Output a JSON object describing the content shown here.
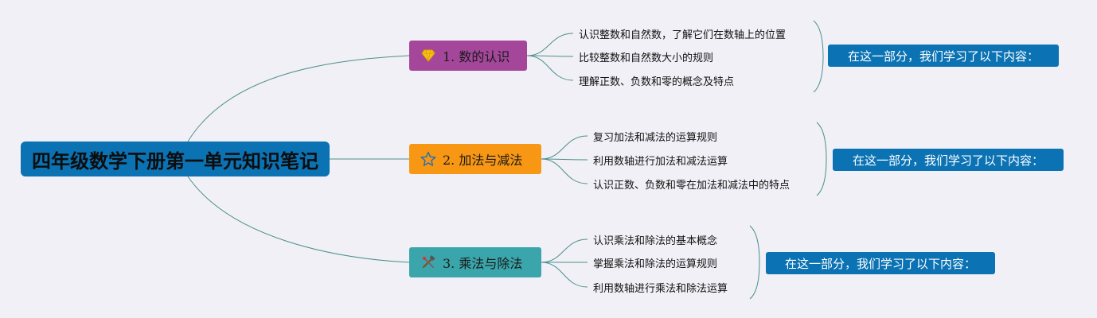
{
  "root": {
    "title": "四年级数学下册第一单元知识笔记"
  },
  "branches": [
    {
      "label": "1. 数的认识",
      "icon": "diamond-icon",
      "color": "#a4479b",
      "items": [
        "认识整数和自然数，了解它们在数轴上的位置",
        "比较整数和自然数大小的规则",
        "理解正数、负数和零的概念及特点"
      ],
      "summary": "在这一部分，我们学习了以下内容："
    },
    {
      "label": "2. 加法与减法",
      "icon": "star-icon",
      "color": "#f79713",
      "items": [
        "复习加法和减法的运算规则",
        "利用数轴进行加法和减法运算",
        "认识正数、负数和零在加法和减法中的特点"
      ],
      "summary": "在这一部分，我们学习了以下内容："
    },
    {
      "label": "3. 乘法与除法",
      "icon": "tools-icon",
      "color": "#3aa5aa",
      "items": [
        "认识乘法和除法的基本概念",
        "掌握乘法和除法的运算规则",
        "利用数轴进行乘法和除法运算"
      ],
      "summary": "在这一部分，我们学习了以下内容："
    }
  ],
  "colors": {
    "root": "#0b72b3",
    "summary": "#0b72b3",
    "connector": "#4c8f8d",
    "background": "#f1f0f6"
  }
}
